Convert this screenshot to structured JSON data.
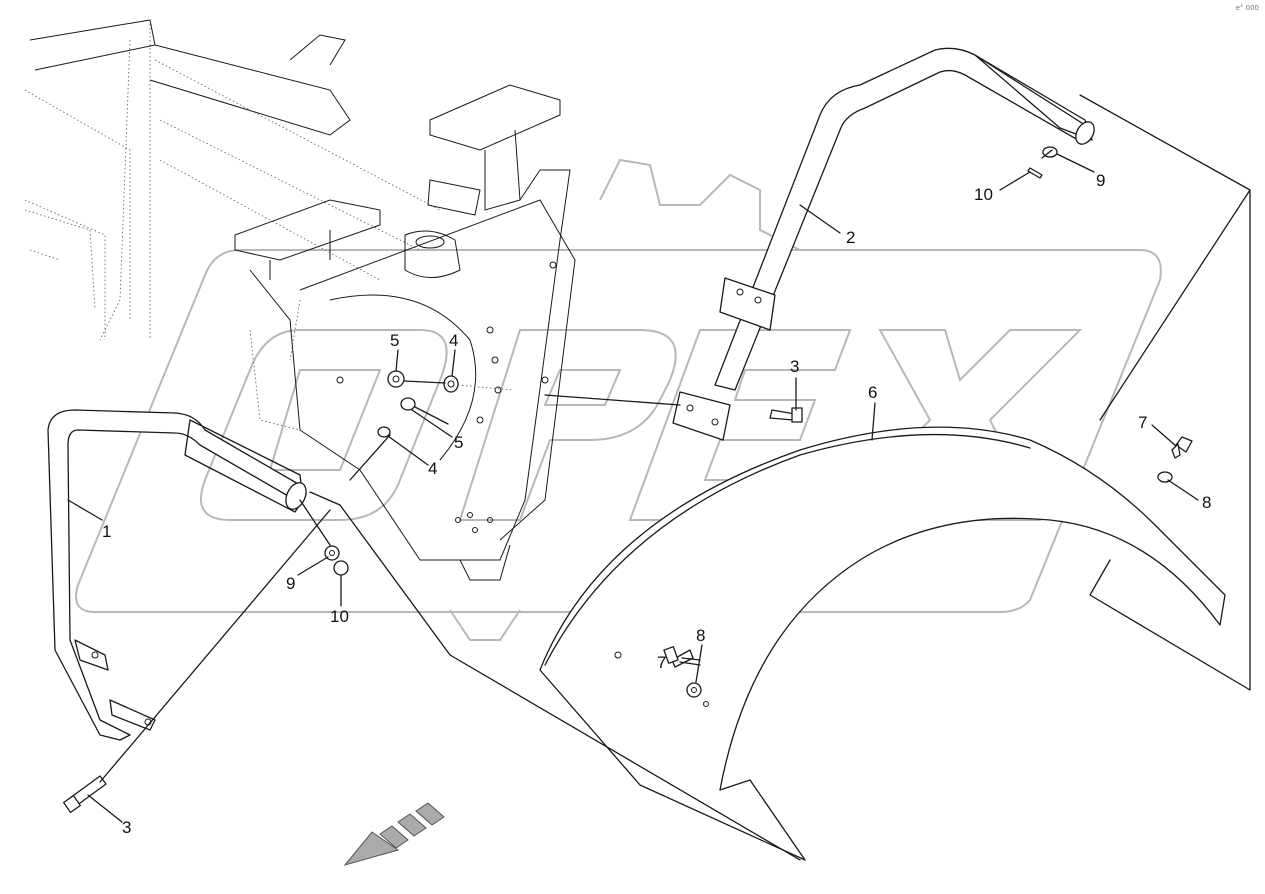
{
  "corner_mark": "e° 000",
  "callouts": [
    {
      "id": "c1",
      "label": "1"
    },
    {
      "id": "c2",
      "label": "2"
    },
    {
      "id": "c3a",
      "label": "3"
    },
    {
      "id": "c3b",
      "label": "3"
    },
    {
      "id": "c4a",
      "label": "4"
    },
    {
      "id": "c4b",
      "label": "4"
    },
    {
      "id": "c5a",
      "label": "5"
    },
    {
      "id": "c5b",
      "label": "5"
    },
    {
      "id": "c6",
      "label": "6"
    },
    {
      "id": "c7a",
      "label": "7"
    },
    {
      "id": "c7b",
      "label": "7"
    },
    {
      "id": "c8a",
      "label": "8"
    },
    {
      "id": "c8b",
      "label": "8"
    },
    {
      "id": "c9a",
      "label": "9"
    },
    {
      "id": "c9b",
      "label": "9"
    },
    {
      "id": "c10a",
      "label": "10"
    },
    {
      "id": "c10b",
      "label": "10"
    }
  ],
  "watermark_text": "OPEX",
  "colors": {
    "line": "#1a1a1a",
    "watermark": "#b8b8b8",
    "arrow_fill": "#aaaaaa"
  }
}
